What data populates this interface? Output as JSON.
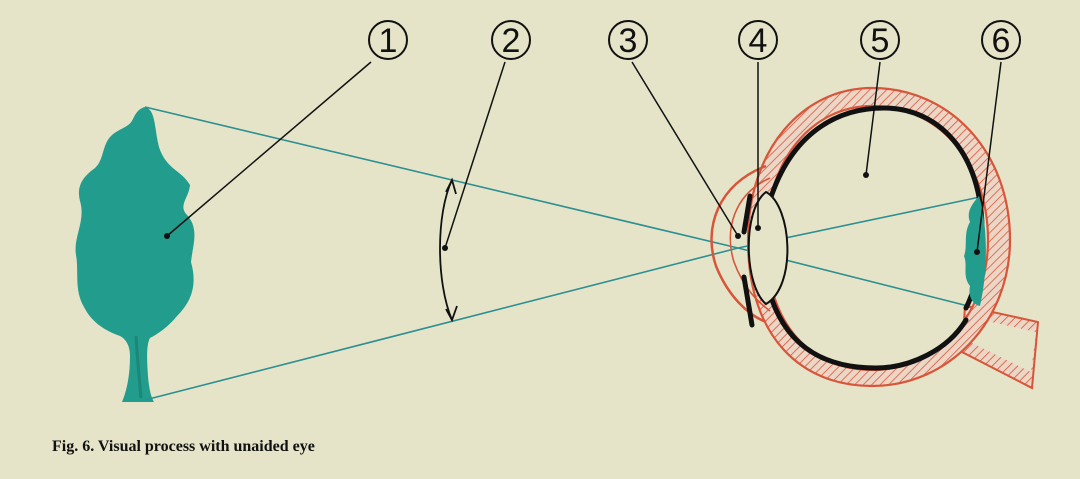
{
  "caption": "Fig. 6. Visual process with unaided eye",
  "labels": [
    "1",
    "2",
    "3",
    "4",
    "5",
    "6"
  ],
  "colors": {
    "background": "#e5e4c9",
    "tree": "#229c8c",
    "rays": "#2d8f92",
    "eye_wall": "#d8553a",
    "outline": "#111111"
  }
}
